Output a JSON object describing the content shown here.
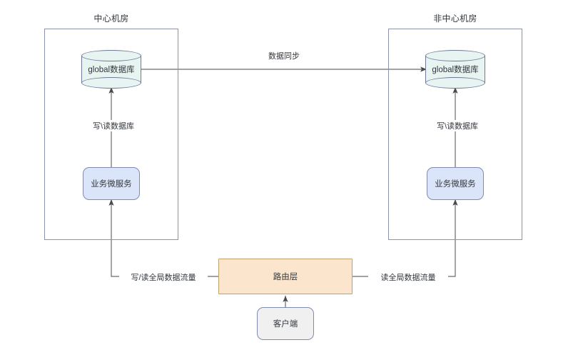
{
  "diagram": {
    "zones": [
      {
        "title": "中心机房",
        "database": "global数据库",
        "service": "业务微服务",
        "db_link_label": "写\\读数据库",
        "traffic_label": "写/读全局数据流量"
      },
      {
        "title": "非中心机房",
        "database": "global数据库",
        "service": "业务微服务",
        "db_link_label": "写\\读数据库",
        "traffic_label": "读全局数据流量"
      }
    ],
    "sync_label": "数据同步",
    "router": "路由层",
    "client": "客户端",
    "colors": {
      "database_fill": "#e7f4f1",
      "database_stroke": "#6d7a99",
      "service_fill": "#dbe5f9",
      "service_stroke": "#7f8bb0",
      "router_fill": "#fbe6cd",
      "router_stroke": "#c2a06c",
      "client_fill": "#f0f0f0",
      "client_stroke": "#7f8bb0",
      "zone_stroke": "#8d93ad",
      "edge_stroke": "#6a6a6a",
      "text": "#33373d"
    }
  }
}
